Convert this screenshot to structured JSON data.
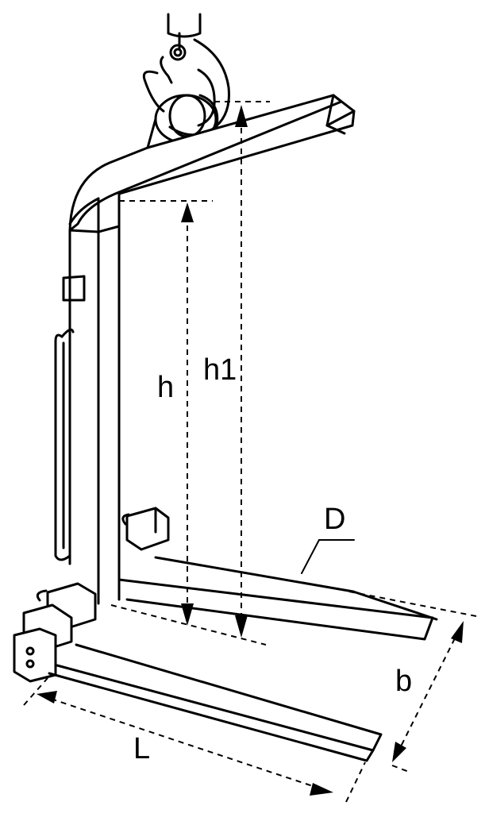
{
  "diagram": {
    "labels": {
      "h": "h",
      "h1": "h1",
      "D": "D",
      "b": "b",
      "L": "L"
    },
    "icons": {
      "hook": "crane-hook-icon"
    },
    "colors": {
      "stroke": "#000000",
      "background": "#ffffff"
    }
  }
}
